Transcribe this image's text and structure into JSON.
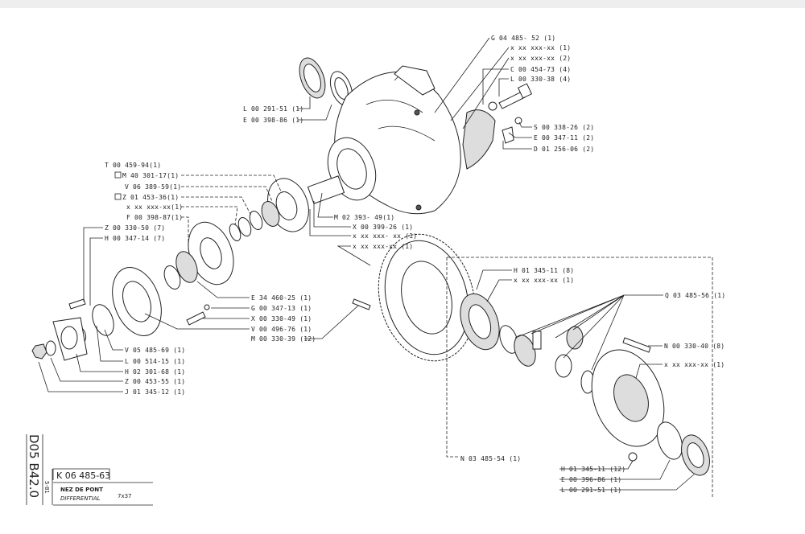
{
  "title_block": {
    "sheet_code": "D05 B42.0",
    "date": "5-81",
    "part_number": "K 06 485-63",
    "name_fr": "NEZ DE PONT",
    "name_en": "DIFFERENTIAL",
    "ratio": "7x37"
  },
  "labels": {
    "top_right": [
      "G 04 485- 52 (1)",
      "x xx xxx-xx (1)",
      "x xx xxx-xx (2)",
      "C 00 454-73 (4)",
      "L 00 330-38 (4)",
      "S 00 338-26 (2)",
      "E 00 347-11 (2)",
      "D 01 256-06 (2)"
    ],
    "top_left_bearing": [
      "L 00 291-51 (1)",
      "E 00 398-86 (1)"
    ],
    "pinion_group": [
      "T 00 459-94(1)",
      "M 40 301-17(1)",
      "V 06 389-59(1)",
      "Z 01 453-36(1)",
      "x xx xxx-xx(1)",
      "F 00 398-87(1)",
      "Z 00 330-50 (7)",
      "H 00 347-14 (7)"
    ],
    "pinion_center": [
      "M 02 393- 49(1)",
      "X 00 399-26 (1)",
      "x xx xxx- xx (1)",
      "x xx xxx-xx (1)"
    ],
    "flange_group": [
      "E 34 460-25 (1)",
      "G 00 347-13 (1)",
      "X 00 330-49 (1)",
      "V 00 496-76 (1)",
      "M 00 330-39 (12)"
    ],
    "lower_left": [
      "V 05 485-69 (1)",
      "L 00 514-15 (1)",
      "H 02 301-68 (1)",
      "Z 00 453-55 (1)",
      "J 01 345-12 (1)"
    ],
    "differential": [
      "H 01 345-11 (8)",
      "x xx xxx-xx (1)",
      "Q 03 485-56 (1)",
      "N 00 330-40 (8)",
      "x xx xxx-xx (1)",
      "N 03 485-54 (1)",
      "H 01 345-11 (12)",
      "E 00 396-86 (1)",
      "L 00 291-51 (1)"
    ]
  }
}
